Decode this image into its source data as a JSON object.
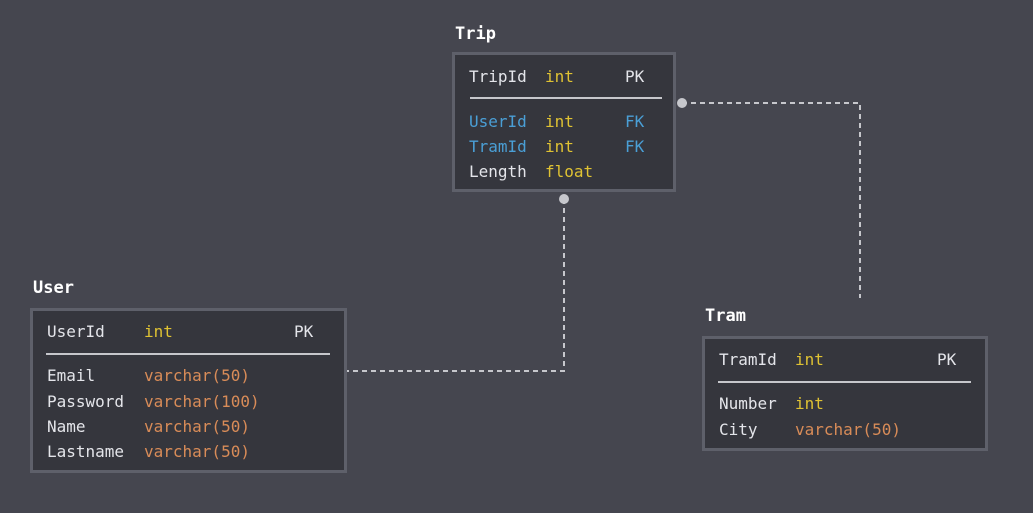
{
  "entities": {
    "trip": {
      "title": "Trip",
      "pk": {
        "name": "TripId",
        "type": "int",
        "key": "PK"
      },
      "fields": [
        {
          "name": "UserId",
          "type": "int",
          "key": "FK"
        },
        {
          "name": "TramId",
          "type": "int",
          "key": "FK"
        },
        {
          "name": "Length",
          "type": "float",
          "key": ""
        }
      ]
    },
    "user": {
      "title": "User",
      "pk": {
        "name": "UserId",
        "type": "int",
        "key": "PK"
      },
      "fields": [
        {
          "name": "Email",
          "type": "varchar(50)",
          "key": ""
        },
        {
          "name": "Password",
          "type": "varchar(100)",
          "key": ""
        },
        {
          "name": "Name",
          "type": "varchar(50)",
          "key": ""
        },
        {
          "name": "Lastname",
          "type": "varchar(50)",
          "key": ""
        }
      ]
    },
    "tram": {
      "title": "Tram",
      "pk": {
        "name": "TramId",
        "type": "int",
        "key": "PK"
      },
      "fields": [
        {
          "name": "Number",
          "type": "int",
          "key": ""
        },
        {
          "name": "City",
          "type": "varchar(50)",
          "key": ""
        }
      ]
    }
  },
  "colors": {
    "background": "#45464f",
    "table_bg": "#35363d",
    "table_border": "#5e606a",
    "text": "#e4e5ea",
    "fk": "#4a9fd6",
    "type_numeric": "#dfc233",
    "type_string": "#d98c58",
    "connector": "#c6c7cc"
  }
}
